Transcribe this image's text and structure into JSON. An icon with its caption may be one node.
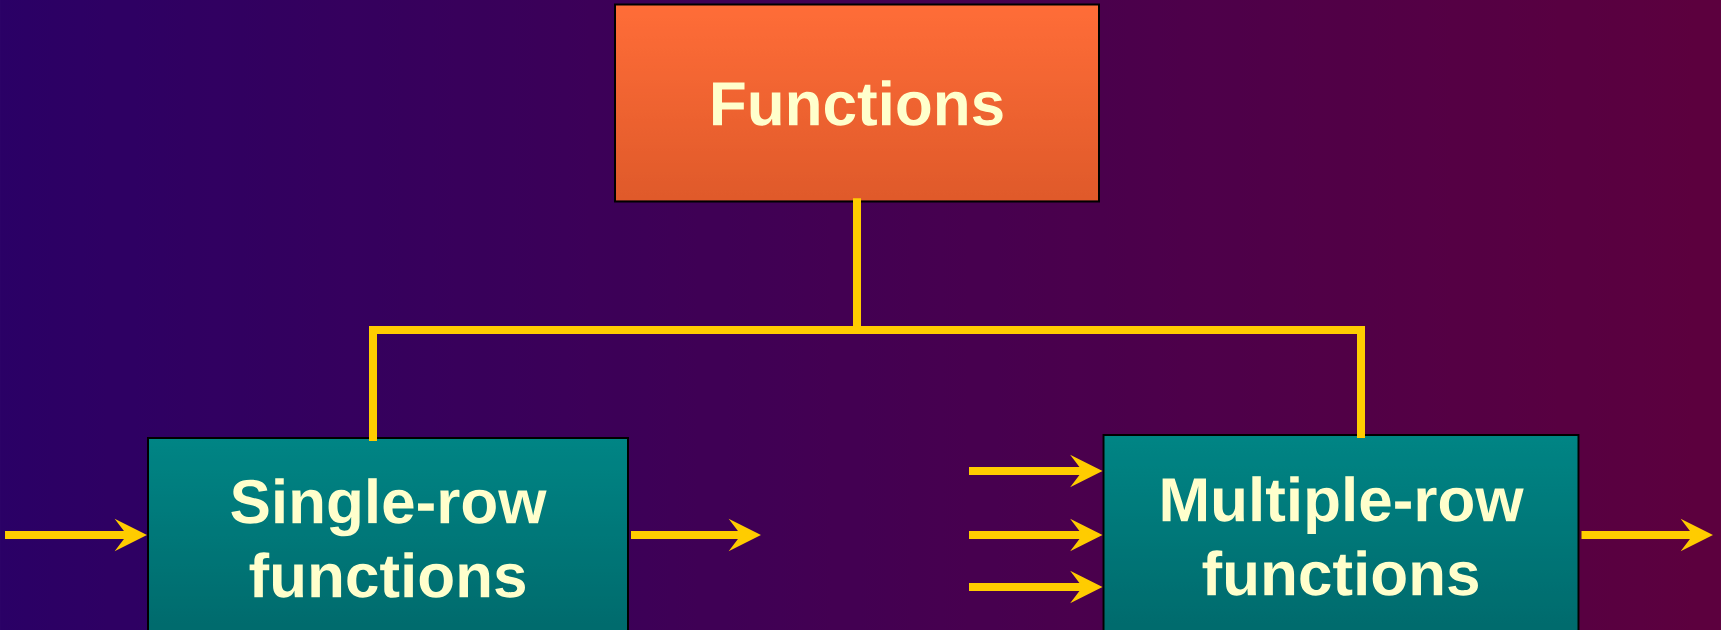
{
  "diagram": {
    "nodes": [
      {
        "text": [
          "Functions"
        ]
      },
      {
        "text": [
          "Single-row functions"
        ]
      },
      {
        "text": [
          "Multiple-row functions"
        ]
      }
    ],
    "edges": [
      {
        "from": 0,
        "to": 1,
        "arrow": "none"
      },
      {
        "from": 0,
        "to": 2,
        "arrow": "none"
      },
      {
        "from": null,
        "to": 1,
        "arrow": "to"
      },
      {
        "from": 1,
        "to": null,
        "arrow": "to"
      },
      {
        "from": null,
        "to": 2,
        "arrow": "to"
      },
      {
        "from": null,
        "to": 2,
        "arrow": "to"
      },
      {
        "from": null,
        "to": 2,
        "arrow": "to"
      },
      {
        "from": 2,
        "to": null,
        "arrow": "to"
      }
    ]
  }
}
